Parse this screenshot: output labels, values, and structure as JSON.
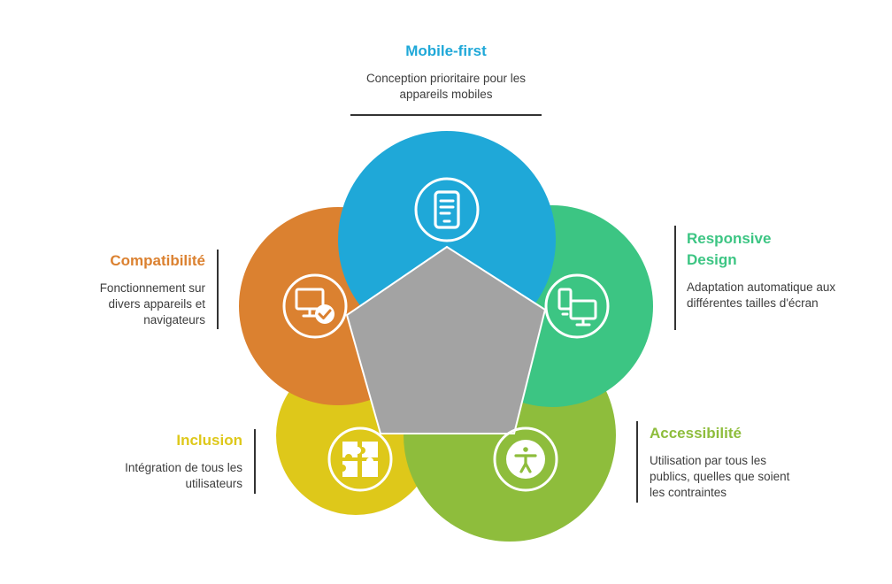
{
  "colors": {
    "mobile": "#1fa8d8",
    "responsive": "#3cc583",
    "accessibility": "#8ebd3c",
    "inclusion": "#dec81a",
    "compatibility": "#db8130",
    "center": "#a3a3a3"
  },
  "segments": {
    "mobile": {
      "title": "Mobile-first",
      "description": "Conception prioritaire pour les appareils mobiles",
      "icon": "mobile-document-icon"
    },
    "responsive": {
      "title": "Responsive Design",
      "description": "Adaptation automatique aux différentes tailles d'écran",
      "icon": "devices-icon"
    },
    "accessibility": {
      "title": "Accessibilité",
      "description": "Utilisation par tous les publics, quelles que soient les contraintes",
      "icon": "accessibility-person-icon"
    },
    "inclusion": {
      "title": "Inclusion",
      "description": "Intégration de tous les utilisateurs",
      "icon": "puzzle-icon"
    },
    "compatibility": {
      "title": "Compatibilité",
      "description": "Fonctionnement sur divers appareils et navigateurs",
      "icon": "monitor-check-icon"
    }
  }
}
